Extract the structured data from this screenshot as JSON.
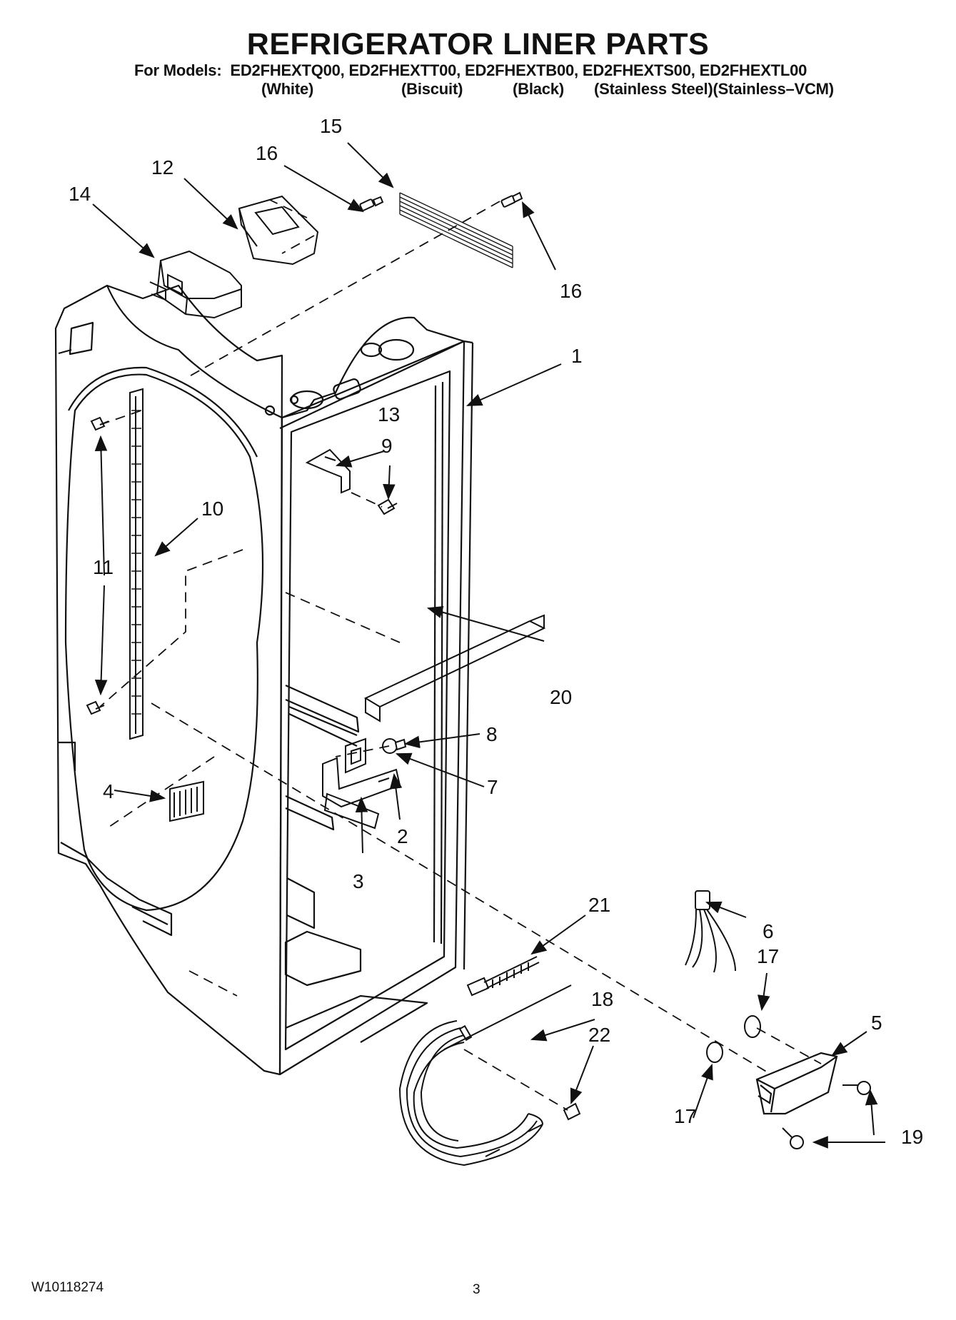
{
  "title": "REFRIGERATOR LINER PARTS",
  "models_label": "For Models:",
  "models": [
    "ED2FHEXTQ00,",
    "ED2FHEXTT00,",
    "ED2FHEXTB00,",
    "ED2FHEXTS00,",
    "ED2FHEXTL00"
  ],
  "finishes": [
    "(White)",
    "(Biscuit)",
    "(Black)",
    "(Stainless Steel)(Stainless–VCM)"
  ],
  "callouts": [
    "1",
    "2",
    "3",
    "4",
    "5",
    "6",
    "7",
    "8",
    "9",
    "10",
    "11",
    "12",
    "13",
    "14",
    "15",
    "16",
    "16",
    "17",
    "17",
    "18",
    "19",
    "20",
    "21",
    "22"
  ],
  "footer": {
    "doc_number": "W10118274",
    "page_number": "3"
  }
}
